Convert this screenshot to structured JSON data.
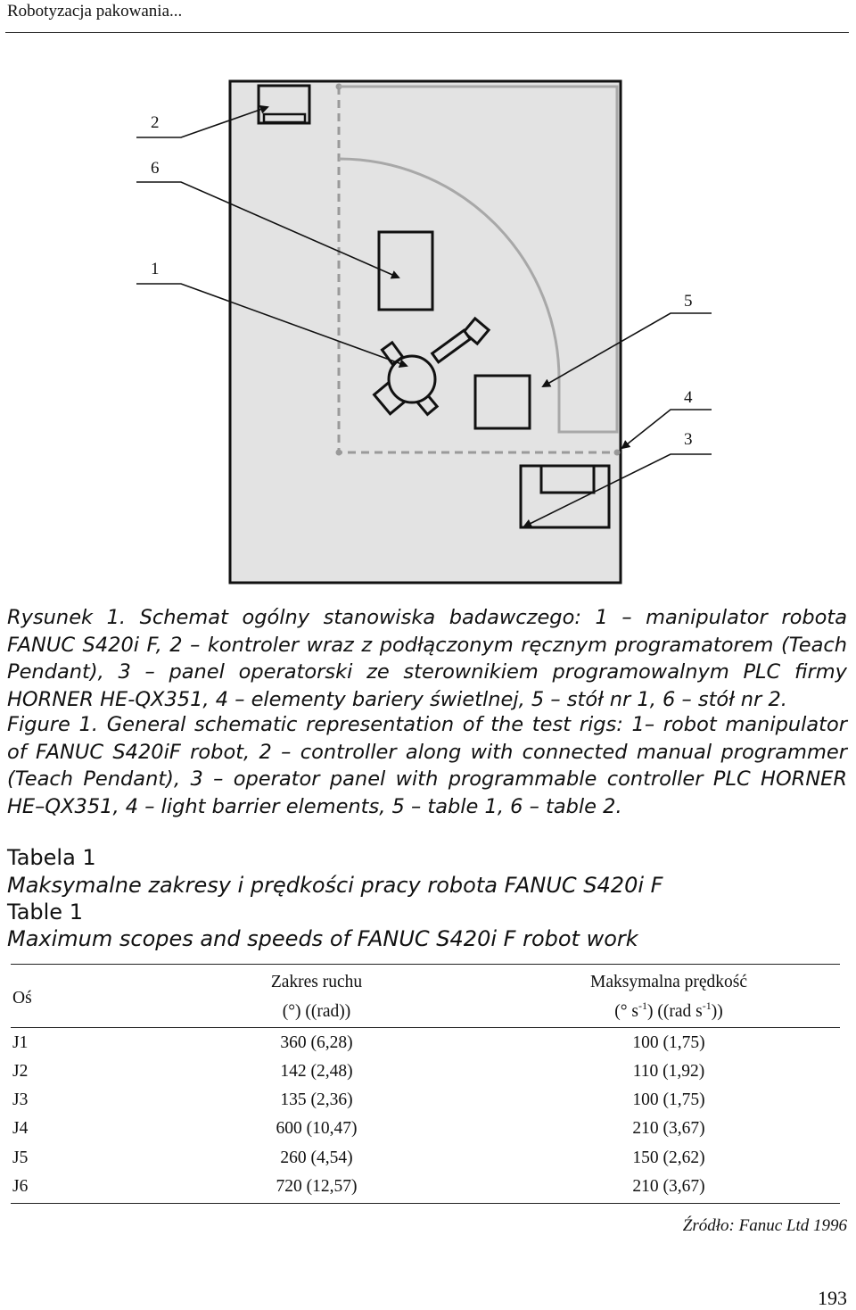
{
  "header": {
    "running_title": "Robotyzacja pakowania..."
  },
  "figure": {
    "callouts": {
      "c2": "2",
      "c6": "6",
      "c1": "1",
      "c5": "5",
      "c4": "4",
      "c3": "3"
    }
  },
  "caption": {
    "pl": "Rysunek 1. Schemat ogólny stanowiska badawczego: 1 – manipulator robota FANUC S420i F, 2 – kontroler wraz z podłączonym ręcznym programatorem (Teach Pendant), 3 – panel operatorski ze sterownikiem programowalnym PLC firmy HORNER HE-QX351, 4 – elementy bariery świetlnej, 5 – stół nr 1, 6 – stół nr 2.",
    "en": "Figure 1. General schematic representation of the test rigs: 1– robot manipulator of FANUC S420iF robot, 2 – controller along with connected manual programmer (Teach Pendant), 3 – operator panel with programmable controller PLC HORNER HE–QX351, 4 – light barrier elements, 5 – table 1, 6 – table 2."
  },
  "table": {
    "label_pl": "Tabela 1",
    "title_pl": "Maksymalne zakresy i prędkości pracy robota FANUC S420i F",
    "label_en": "Table 1",
    "title_en": "Maximum scopes and speeds of FANUC S420i F robot work",
    "headers": {
      "axis": "Oś",
      "range": "Zakres ruchu",
      "range_unit": "(°) ((rad))",
      "speed": "Maksymalna prędkość",
      "speed_unit_a": "(° s",
      "speed_unit_exp1": "-1",
      "speed_unit_b": ") ((rad s",
      "speed_unit_exp2": "-1",
      "speed_unit_c": "))"
    },
    "rows": [
      {
        "axis": "J1",
        "range": "360 (6,28)",
        "speed": "100 (1,75)"
      },
      {
        "axis": "J2",
        "range": "142 (2,48)",
        "speed": "110 (1,92)"
      },
      {
        "axis": "J3",
        "range": "135 (2,36)",
        "speed": "100 (1,75)"
      },
      {
        "axis": "J4",
        "range": "600 (10,47)",
        "speed": "210 (3,67)"
      },
      {
        "axis": "J5",
        "range": "260 (4,54)",
        "speed": "150 (2,62)"
      },
      {
        "axis": "J6",
        "range": "720 (12,57)",
        "speed": "210 (3,67)"
      }
    ],
    "source": "Źródło: Fanuc Ltd 1996"
  },
  "page": {
    "number": "193"
  }
}
